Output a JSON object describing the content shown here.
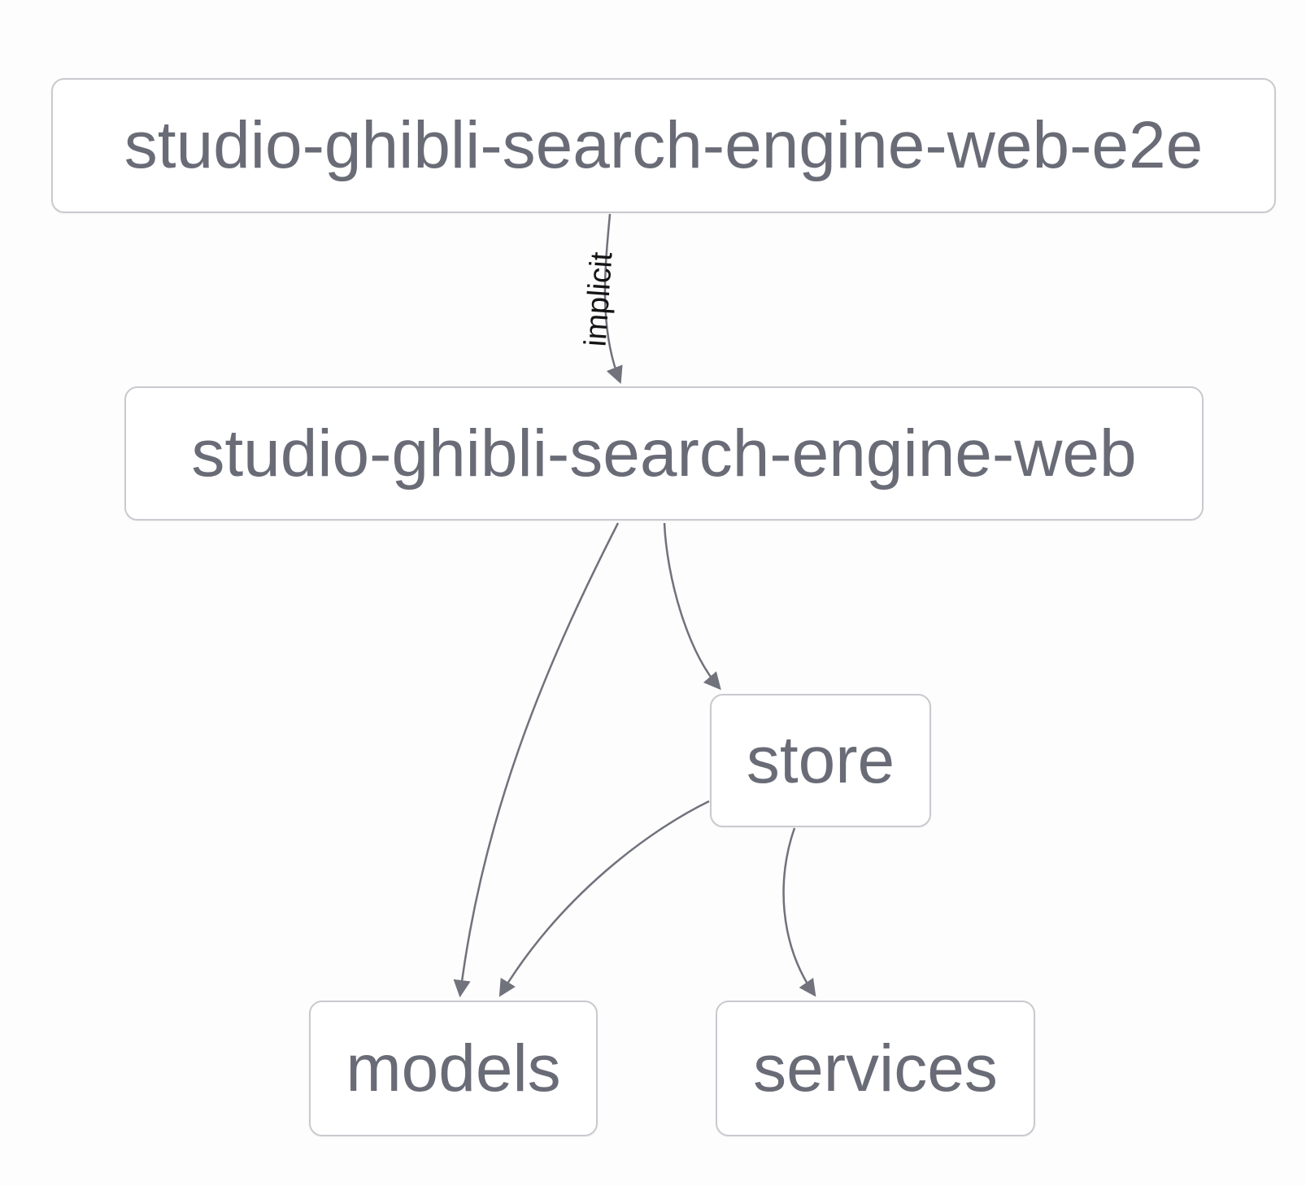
{
  "diagram": {
    "type": "project-dependency-graph",
    "colors": {
      "background": "#fdfdfd",
      "node_background": "#ffffff",
      "node_border": "#c9cacf",
      "node_text": "#696c76",
      "edge": "#70727c",
      "edge_label_text": "#141414"
    },
    "nodes": {
      "e2e": {
        "label": "studio-ghibli-search-engine-web-e2e"
      },
      "web": {
        "label": "studio-ghibli-search-engine-web"
      },
      "store": {
        "label": "store"
      },
      "models": {
        "label": "models"
      },
      "services": {
        "label": "services"
      }
    },
    "edges": [
      {
        "from": "studio-ghibli-search-engine-web-e2e",
        "to": "studio-ghibli-search-engine-web",
        "label": "implicit"
      },
      {
        "from": "studio-ghibli-search-engine-web",
        "to": "models"
      },
      {
        "from": "studio-ghibli-search-engine-web",
        "to": "store"
      },
      {
        "from": "store",
        "to": "models"
      },
      {
        "from": "store",
        "to": "services"
      }
    ]
  }
}
